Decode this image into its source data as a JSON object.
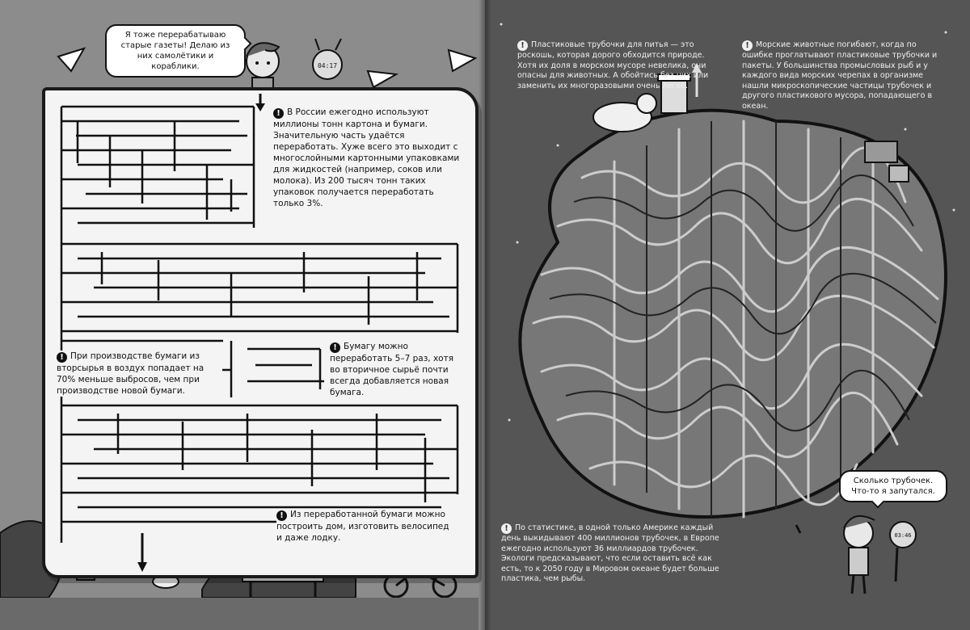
{
  "left_page": {
    "bubble": "Я тоже перерабатываю старые газеты! Делаю из них самолётики и кораблики.",
    "facts": {
      "russia": "В России ежегодно используют миллионы тонн картона и бумаги. Значительную часть удаётся переработать. Хуже всего это выходит с многослойными картонными упаковками для жидкостей (например, соков или молока). Из 200 тысяч тонн таких упаковок получается переработать только 3%.",
      "emissions": "При производстве бумаги из вторсырья в воздух попадает на 70% меньше выбросов, чем при производстве новой бумаги.",
      "reuse": "Бумагу можно переработать 5–7 раз, хотя во вторичное сырьё почти всегда добавляется новая бумага.",
      "house": "Из переработанной бумаги можно построить дом, изготовить велосипед и даже лодку."
    },
    "watch_time": "04:17",
    "icons": {
      "warning": "exclamation-icon"
    }
  },
  "right_page": {
    "facts": {
      "straws": "Пластиковые трубочки для питья — это роскошь, которая дорого обходится природе. Хотя их доля в морском мусоре невелика, они опасны для животных. А обойтись без них или заменить их многоразовыми очень легко.",
      "animals": "Морские животные погибают, когда по ошибке проглатывают пластиковые трубочки и пакеты. У большинства промысловых рыб и у каждого вида морских черепах в организме нашли микроскопические частицы трубочек и другого пластикового мусора, попадающего в океан.",
      "statistics": "По статистике, в одной только Америке каждый день выкидывают 400 миллионов трубочек, в Европе ежегодно используют 36 миллиардов трубочек. Экологи предсказывают, что если оставить всё как есть, то к 2050 году в Мировом океане будет больше пластика, чем рыбы."
    },
    "bubble": "Сколько трубочек. Что-то я запутался.",
    "watch_time": "03:46"
  },
  "colors": {
    "ink": "#111111",
    "paper": "#f4f4f4",
    "left_bg": "#8c8c8c",
    "right_bg": "#555555",
    "planet": "#777777"
  }
}
